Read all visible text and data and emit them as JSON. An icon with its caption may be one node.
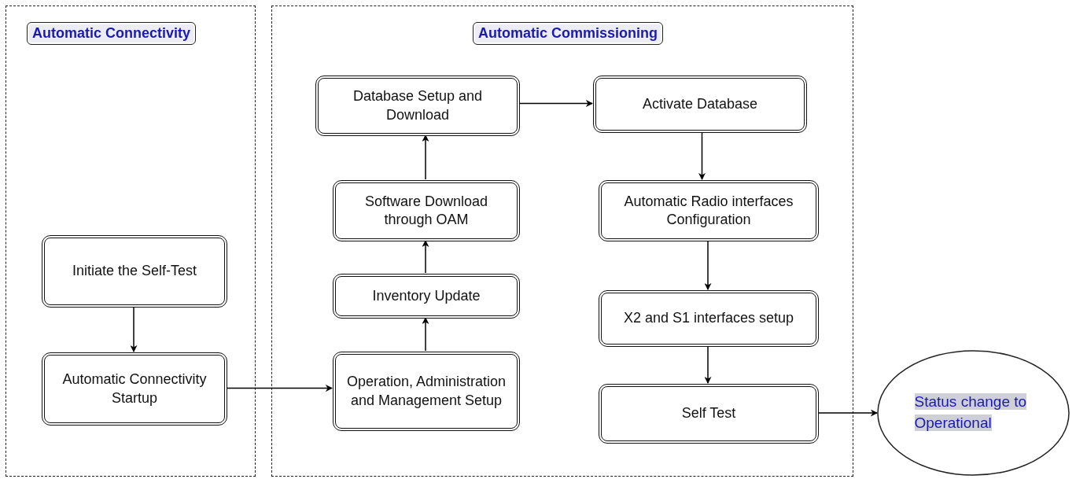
{
  "diagram": {
    "nodes": [
      {
        "text": [
          "Automatic Connectivity"
        ]
      },
      {
        "text": [
          "Automatic Commissioning"
        ]
      },
      {
        "text": [
          "Initiate the Self-Test"
        ],
        "in": 0
      },
      {
        "text": [
          "Automatic Connectivity Startup"
        ],
        "in": 0
      },
      {
        "text": [
          "Database Setup and Download"
        ],
        "in": 1
      },
      {
        "text": [
          "Activate Database"
        ],
        "in": 1
      },
      {
        "text": [
          "Software Download through OAM"
        ],
        "in": 1
      },
      {
        "text": [
          "Inventory Update"
        ],
        "in": 1
      },
      {
        "text": [
          "Operation, Administration and Management Setup"
        ],
        "in": 1
      },
      {
        "text": [
          "Automatic Radio interfaces Configuration"
        ],
        "in": 1
      },
      {
        "text": [
          "X2 and S1 interfaces setup"
        ],
        "in": 1
      },
      {
        "text": [
          "Self Test"
        ],
        "in": 1
      },
      {
        "text": [
          "Status change to Operational"
        ]
      }
    ],
    "edges": [
      {
        "from": 2,
        "to": 3,
        "arrow": "to"
      },
      {
        "from": 3,
        "to": 8,
        "arrow": "to"
      },
      {
        "from": 8,
        "to": 7,
        "arrow": "to"
      },
      {
        "from": 7,
        "to": 6,
        "arrow": "to"
      },
      {
        "from": 6,
        "to": 4,
        "arrow": "to"
      },
      {
        "from": 4,
        "to": 5,
        "arrow": "to"
      },
      {
        "from": 5,
        "to": 9,
        "arrow": "to"
      },
      {
        "from": 9,
        "to": 10,
        "arrow": "to"
      },
      {
        "from": 10,
        "to": 11,
        "arrow": "to"
      },
      {
        "from": 11,
        "to": 12,
        "arrow": "to"
      }
    ]
  }
}
